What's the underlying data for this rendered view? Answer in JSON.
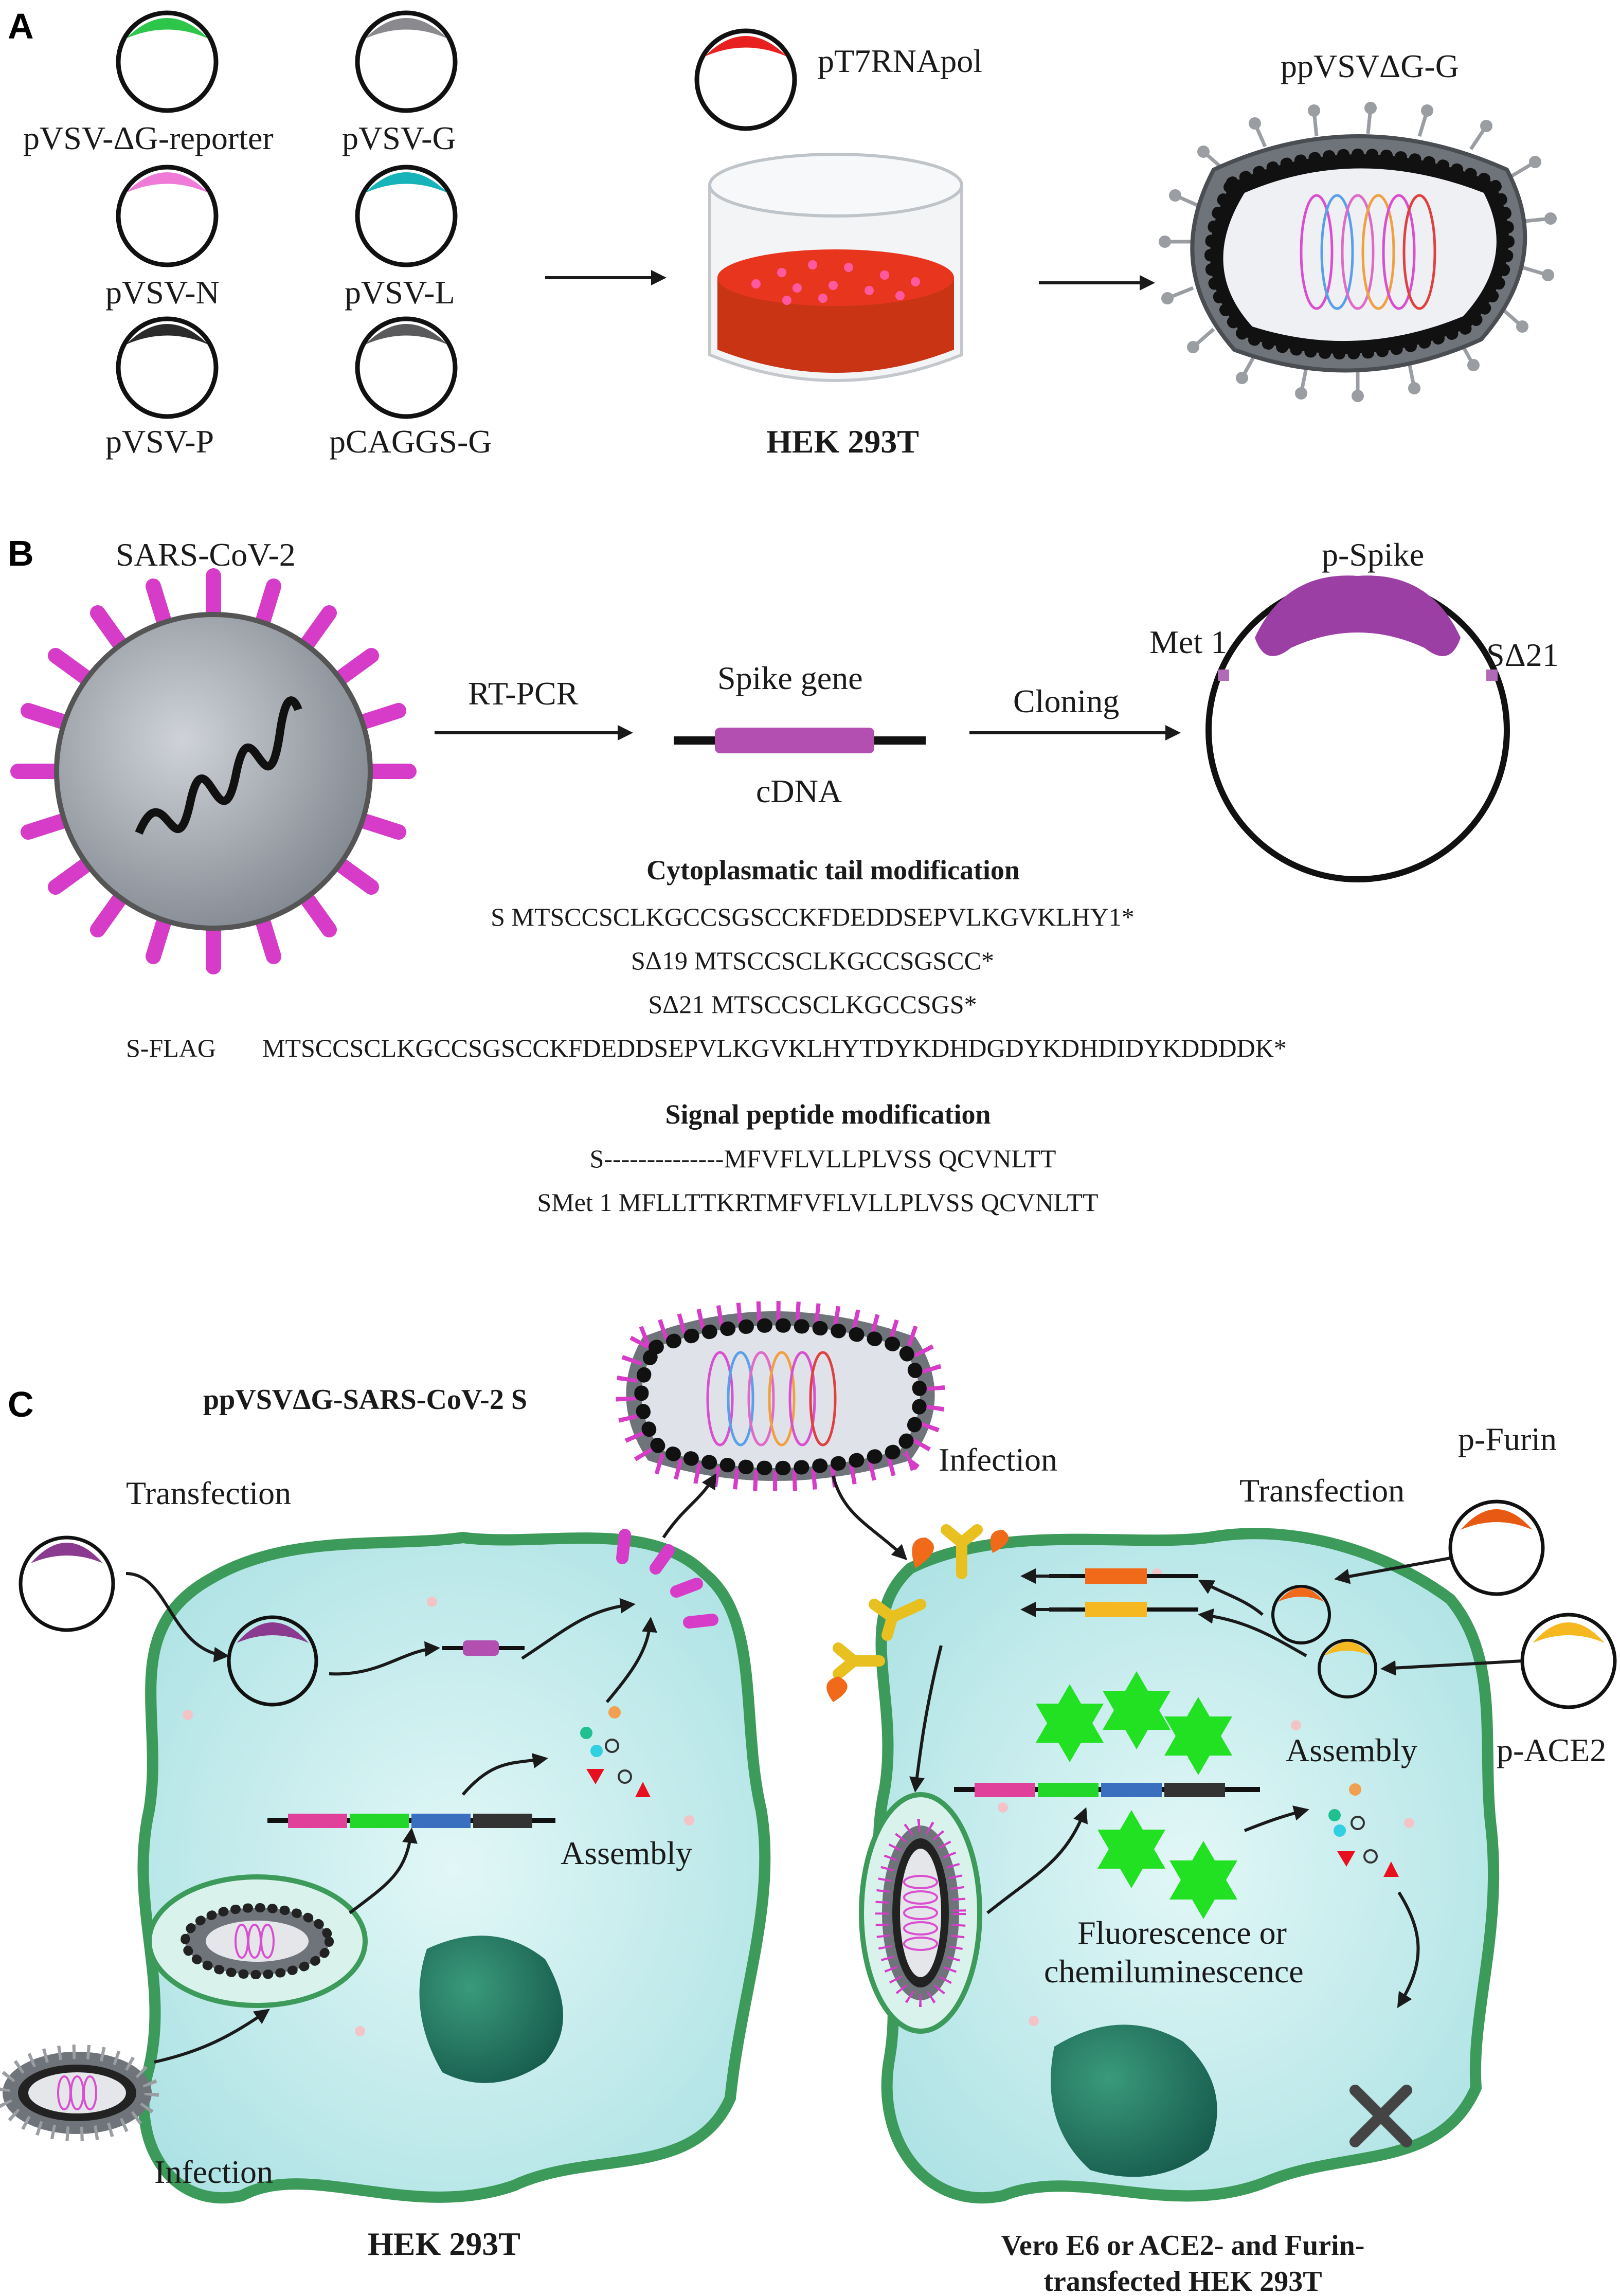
{
  "panels": {
    "a": "A",
    "b": "B",
    "c": "C"
  },
  "panel_a": {
    "plasmids": {
      "reporter": "pVSV-ΔG-reporter",
      "g": "pVSV-G",
      "n": "pVSV-N",
      "l": "pVSV-L",
      "p": "pVSV-P",
      "caggs": "pCAGGS-G",
      "t7": "pT7RNApol"
    },
    "cell_line": "HEK 293T",
    "product": "ppVSVΔG-G"
  },
  "panel_b": {
    "virus": "SARS-CoV-2",
    "step1": "RT-PCR",
    "gene": "Spike gene",
    "cdna": "cDNA",
    "step2": "Cloning",
    "plasmid": "p-Spike",
    "met1": "Met 1",
    "sdelta21": "SΔ21",
    "tail_heading": "Cytoplasmatic tail modification",
    "tail_lines": [
      "S MTSCCSCLKGCCSGSCCKFDEDDSEPVLKGVKLHY1*",
      "SΔ19 MTSCCSCLKGCCSGSCC*",
      "SΔ21 MTSCCSCLKGCCSGS*"
    ],
    "flag_label": "S-FLAG",
    "flag_seq": "MTSCCSCLKGCCSGSCCKFDEDDSEPVLKGVKLHYTDYKDHDGDYKDHDIDYKDDDDK*",
    "signal_heading": "Signal peptide modification",
    "signal_lines": [
      "S--------------MFVFLVLLPLVSS QCVNLTT",
      "SMet 1 MFLLTTKRTMFVFLVLLPLVSS QCVNLTT"
    ]
  },
  "panel_c": {
    "pseudovirus": "ppVSVΔG-SARS-CoV-2 S",
    "transfection_left": "Transfection",
    "assembly_left": "Assembly",
    "infection_left": "Infection",
    "cell_left": "HEK 293T",
    "infection_right": "Infection",
    "transfection_right": "Transfection",
    "furin": "p-Furin",
    "ace2": "p-ACE2",
    "assembly_right": "Assembly",
    "readout_line1": "Fluorescence or",
    "readout_line2": "chemiluminescence",
    "cell_right_line1": "Vero E6  or ACE2- and Furin-",
    "cell_right_line2": "transfected HEK 293T"
  },
  "colors": {
    "spike": "#d63cc8",
    "cell_fill": "#cdeef0",
    "cell_border": "#3c9a5a",
    "nucleus": "#1f6f55",
    "medium": "#e8361e",
    "gfp": "#22e022",
    "furin": "#f06a1a",
    "ace2": "#f5b820"
  }
}
